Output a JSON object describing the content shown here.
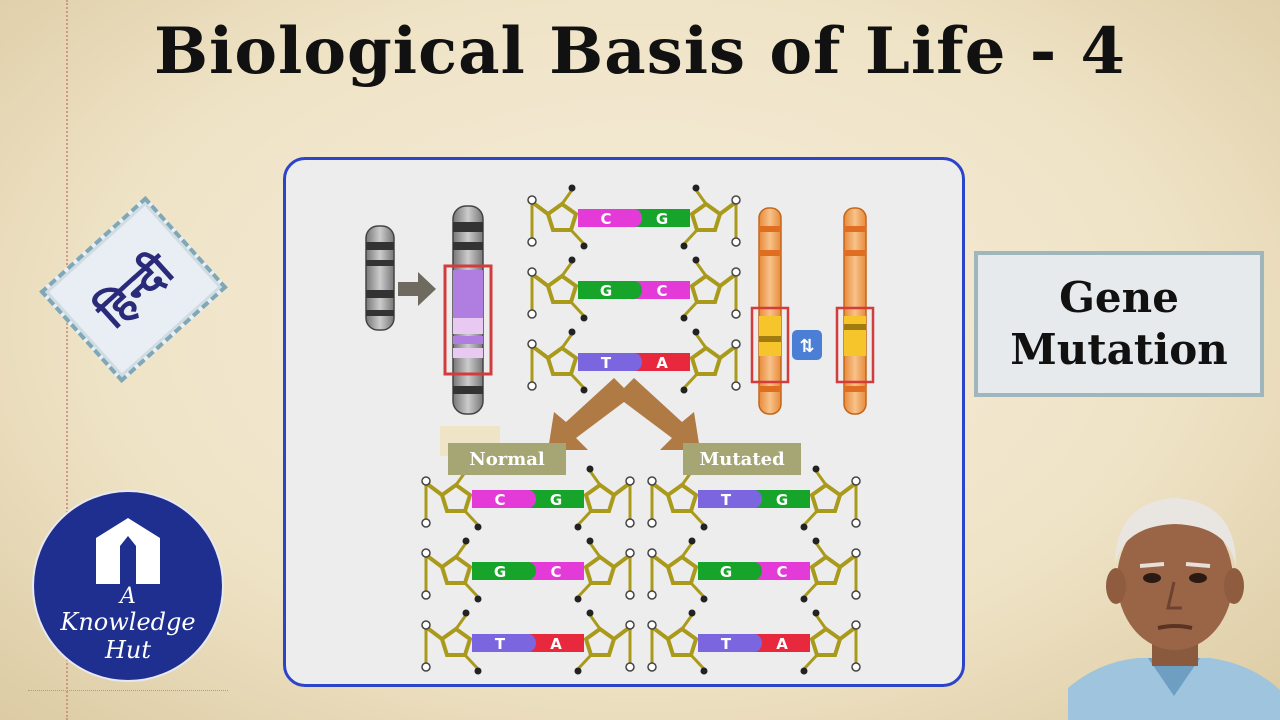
{
  "title": "Biological Basis of Life - 4",
  "language_badge": "हिन्दी",
  "topic_box": {
    "line1": "Gene",
    "line2": "Mutation"
  },
  "logo": {
    "line1": "A",
    "line2": "Knowledge",
    "line3": "Hut"
  },
  "labels": {
    "normal": "Normal",
    "mutated": "Mutated"
  },
  "dna_top": [
    [
      "C",
      "G"
    ],
    [
      "G",
      "C"
    ],
    [
      "T",
      "A"
    ]
  ],
  "dna_normal": [
    [
      "C",
      "G"
    ],
    [
      "G",
      "C"
    ],
    [
      "T",
      "A"
    ]
  ],
  "dna_mutated": [
    [
      "T",
      "G"
    ],
    [
      "G",
      "C"
    ],
    [
      "T",
      "A"
    ]
  ],
  "colors": {
    "panel_border": "#2b44c9",
    "base_C": "#e43bd8",
    "base_G": "#16a52a",
    "base_T": "#7b66e0",
    "base_A": "#e8283c",
    "backbone": "#a99a1c",
    "label_box": "#a5a673",
    "arrow": "#b07a45",
    "logo_bg": "#1f2f8f"
  },
  "icons": [
    "chromosome-icon",
    "swap-icon",
    "arrow-right-icon",
    "presenter-photo"
  ]
}
